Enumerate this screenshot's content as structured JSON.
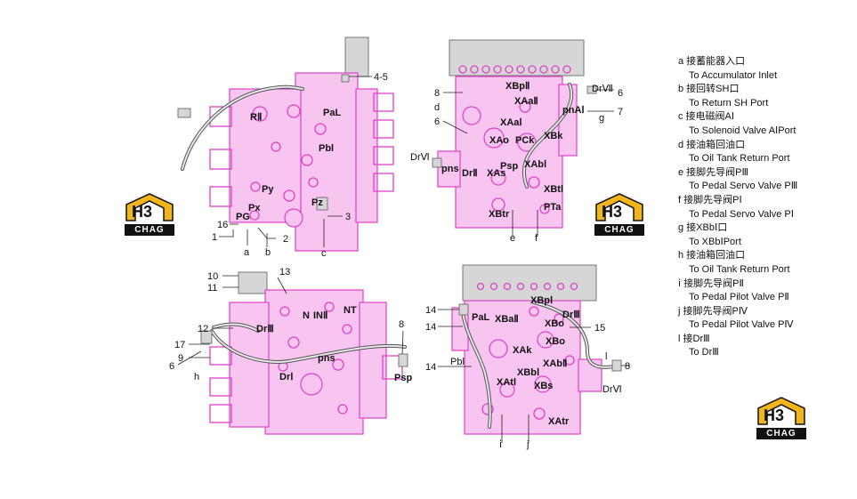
{
  "colors": {
    "linework": "#e040c8",
    "fill": "#f4a6ea",
    "box": "#cccccc",
    "logo_yellow": "#f2b51c",
    "text": "#111111"
  },
  "logo": {
    "icon": "h3-roof-logo-icon",
    "mark": "H3",
    "name": "CHAG"
  },
  "views": {
    "top_left": {
      "labels": {
        "r2": "RⅡ",
        "pal": "PaL",
        "pbl": "Pbl",
        "py": "Py",
        "px": "Px",
        "pz": "Pz",
        "pg": "PG",
        "n45": "4-5",
        "n3": "3",
        "n16": "16",
        "n1": "1",
        "n2": "2",
        "a": "a",
        "b": "b",
        "c": "c"
      }
    },
    "top_right": {
      "labels": {
        "xbp2": "XBpⅡ",
        "xaa2": "XAaⅡ",
        "xaa1": "XAaⅠ",
        "xao": "XAo",
        "pck": "PCk",
        "xbk": "XBk",
        "xab1": "XAbⅠ",
        "psp": "Psp",
        "xas": "XAs",
        "dr2": "DrⅡ",
        "pns": "pns",
        "drvi": "DrⅥ",
        "xbtl": "XBtl",
        "xbtr": "XBtr",
        "pta": "PTa",
        "pna1": "pnAⅠ",
        "drvii": "DrⅦ",
        "n8": "8",
        "n6a": "6",
        "d": "d",
        "n6b": "6",
        "n7": "7",
        "g": "g",
        "e": "e",
        "f": "f"
      }
    },
    "bottom_left": {
      "labels": {
        "n10": "10",
        "n11": "11",
        "n13": "13",
        "n12": "12",
        "dr3": "DrⅢ",
        "n_label": "N",
        "in2": "INⅡ",
        "nt": "NT",
        "n17": "17",
        "n9": "9",
        "n6": "6",
        "h": "h",
        "pns": "pns",
        "dr1": "DrⅠ",
        "n8": "8",
        "psp": "Psp"
      }
    },
    "bottom_right": {
      "labels": {
        "n14a": "14",
        "pal": "PaL",
        "xba2": "XBaⅡ",
        "xbp1": "XBpⅠ",
        "dr3": "DrⅢ",
        "n14b": "14",
        "xbo": "XBo",
        "n15": "15",
        "xak": "XAk",
        "xab2": "XAbⅡ",
        "pbl": "Pbl",
        "n14c": "14",
        "xbb1": "XBbⅠ",
        "xbs": "XBs",
        "xatl": "XAtl",
        "xatr": "XAtr",
        "i": "ⅰ",
        "j": "j",
        "l": "l",
        "n8": "8",
        "drvi": "DrⅥ"
      }
    }
  },
  "legend": [
    {
      "zh": "a 接蓄能器入口",
      "en": "To Accumulator Inlet"
    },
    {
      "zh": "b 接回转SH口",
      "en": "To Return SH Port"
    },
    {
      "zh": "c 接电磁阀AⅠ",
      "en": "To Solenoid Valve AⅠPort"
    },
    {
      "zh": "d 接油箱回油口",
      "en": "To Oil Tank Return Port"
    },
    {
      "zh": "e 接脚先导阀PⅢ",
      "en": "To Pedal Servo Valve PⅢ"
    },
    {
      "zh": "f 接脚先导阀PⅠ",
      "en": "To Pedal Servo Valve PⅠ"
    },
    {
      "zh": "g 接XBbⅠ口",
      "en": "To XBbⅠPort"
    },
    {
      "zh": "h 接油箱回油口",
      "en": "To Oil Tank Return Port"
    },
    {
      "zh": "ⅰ 接脚先导阀PⅡ",
      "en": "To Pedal Pilot Valve PⅡ"
    },
    {
      "zh": "j 接脚先导阀PⅣ",
      "en": "To Pedal Pilot Valve PⅣ"
    },
    {
      "zh": "l 接DrⅢ",
      "en": "To DrⅢ"
    }
  ]
}
